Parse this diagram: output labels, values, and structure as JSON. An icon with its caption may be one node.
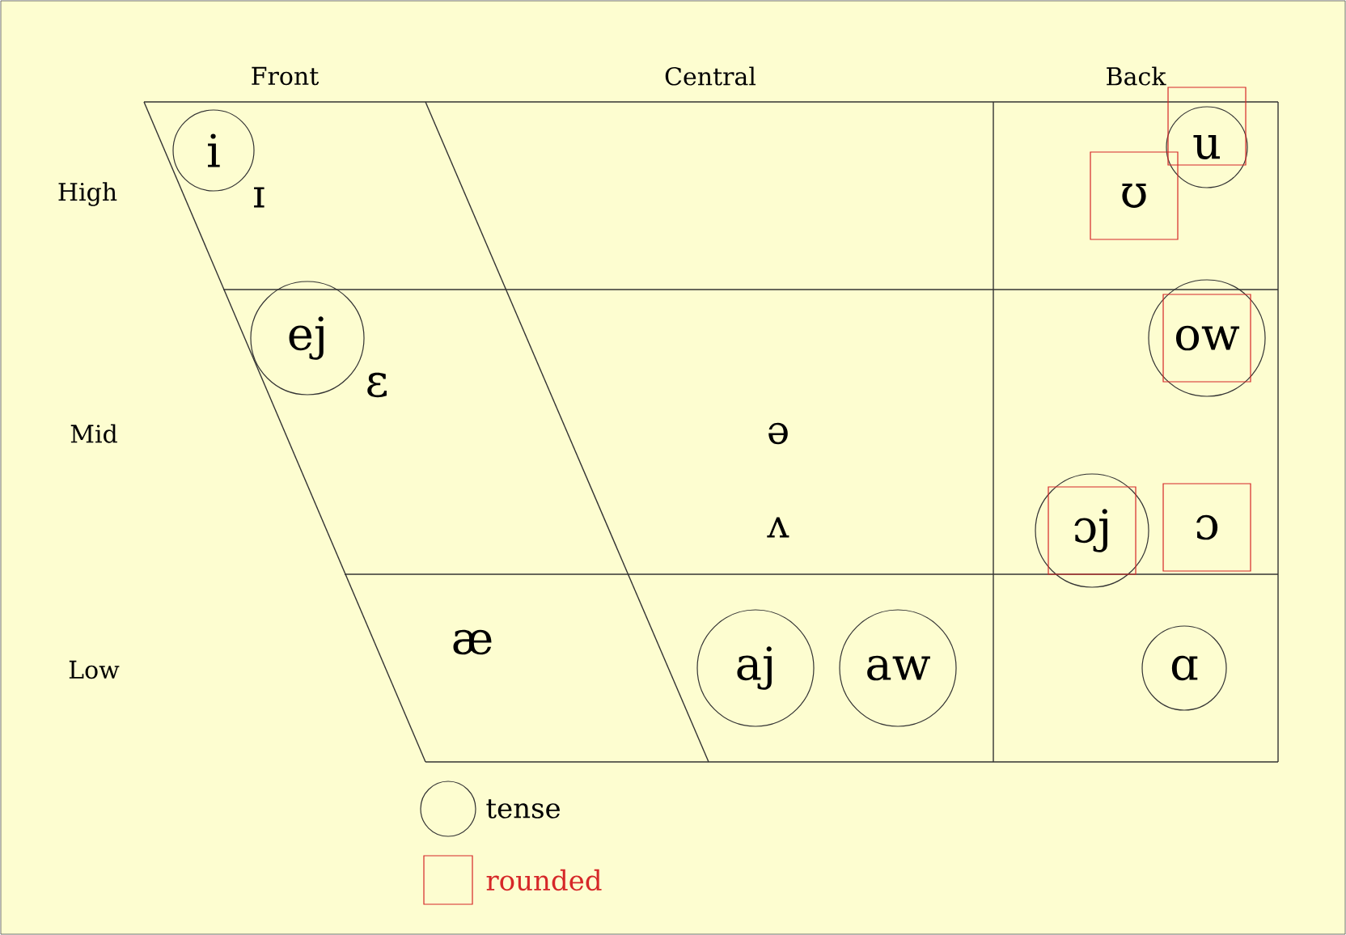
{
  "diagram": {
    "nodes": [
      {
        "text": [
          "i"
        ]
      },
      {
        "text": [
          "u"
        ]
      },
      {
        "text": [
          "ʊ"
        ]
      },
      {
        "text": [
          "ej"
        ]
      },
      {
        "text": [
          "ow"
        ]
      },
      {
        "text": [
          "ɔj"
        ]
      },
      {
        "text": [
          "ɔ"
        ]
      },
      {
        "text": [
          "aj"
        ]
      },
      {
        "text": [
          "aw"
        ]
      },
      {
        "text": [
          "ɑ"
        ]
      }
    ],
    "labels": [
      "Front",
      "Central",
      "Back",
      "High",
      "ɪ",
      "ɛ",
      "Mid",
      "ə",
      "ʌ",
      "æ",
      "Low"
    ],
    "legend": [
      {
        "text": "tense"
      },
      {
        "text": "rounded"
      }
    ]
  }
}
